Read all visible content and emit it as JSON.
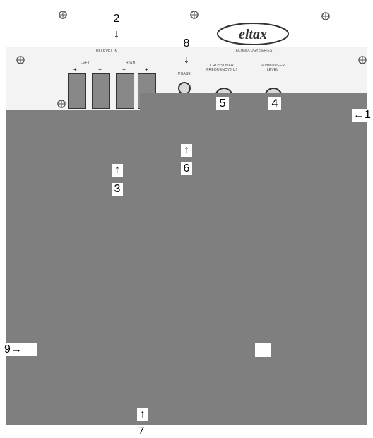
{
  "logo": {
    "text": "eltax",
    "subtext": "TECHNOLOGY SERIES"
  },
  "panel": {
    "hi_level_in": "HI LEVEL IN",
    "left": "LEFT",
    "right": "RIGHT",
    "plus": "+",
    "minus": "−",
    "phase": "PHASE",
    "crossover": "CROSSOVER FREQUENCY(Hz)",
    "subwoofer": "SUBWOOFER LEVEL"
  },
  "callouts": {
    "c1": "←1",
    "c2": "2",
    "c2_arrow": "↓",
    "c3_arrow": "↑",
    "c3": "3",
    "c4": "4",
    "c5": "5",
    "c6_arrow": "↑",
    "c6": "6",
    "c7_arrow": "↑",
    "c7": "7",
    "c8": "8",
    "c8_arrow": "↓",
    "c9": "9→"
  },
  "colors": {
    "cover": "#7f7f7f",
    "panel": "#f3f3f3"
  }
}
